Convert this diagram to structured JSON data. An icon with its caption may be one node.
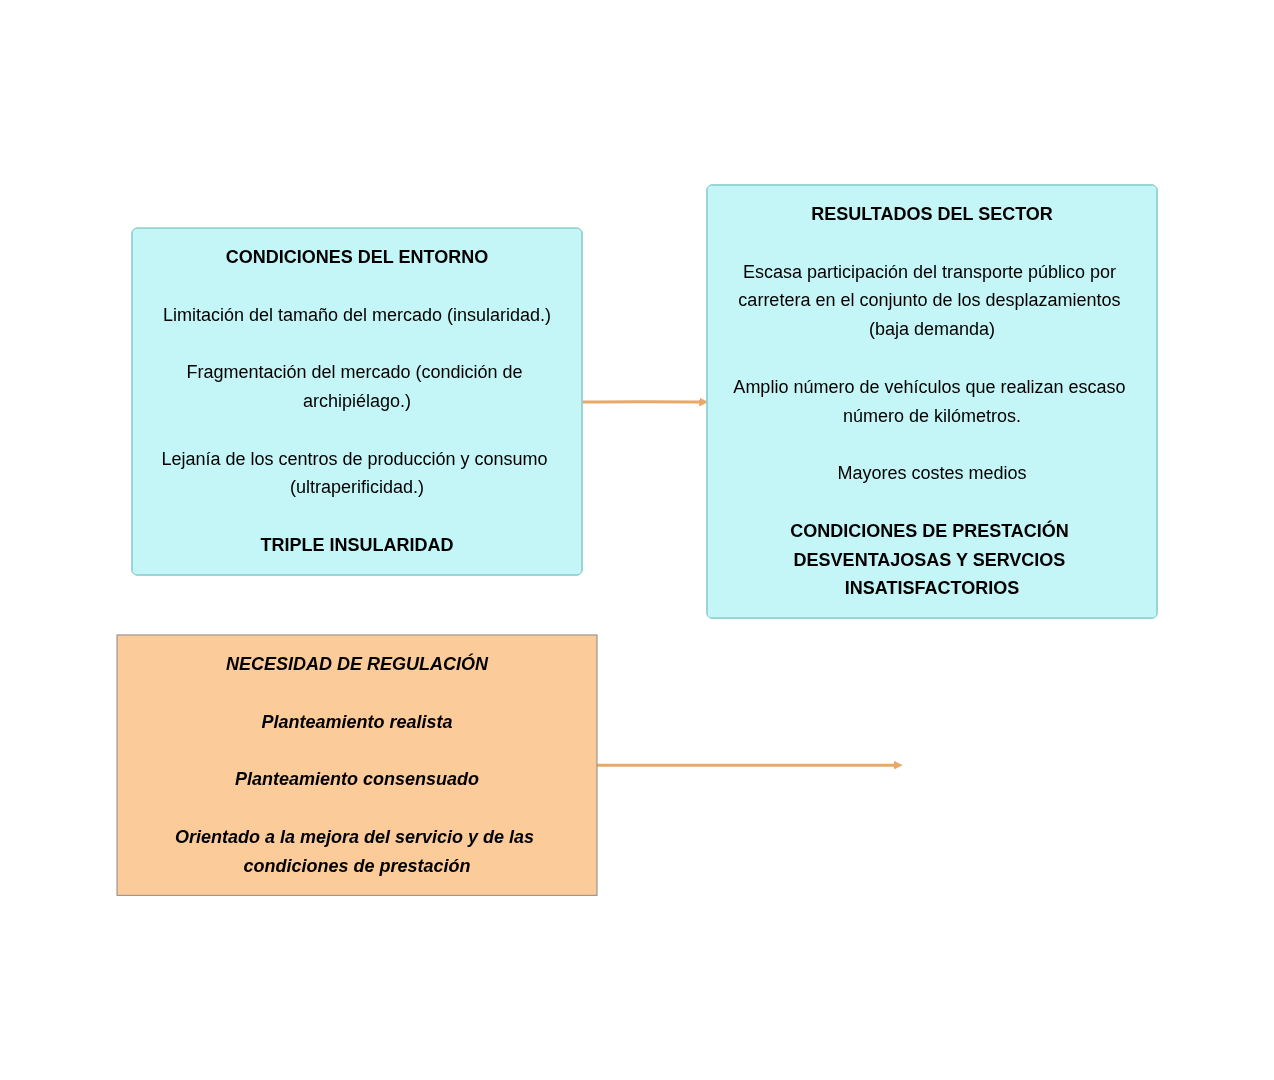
{
  "diagram": {
    "nodes": [
      {
        "text": [
          "CONDICIONES DEL ENTORNO",
          "Limitación del tamaño del mercado (insularidad.)",
          "Fragmentación del mercado (condición de archipiélago.)",
          "Lejanía de los centros de producción y consumo (ultraperificidad.)",
          "TRIPLE INSULARIDAD"
        ]
      },
      {
        "text": [
          "RESULTADOS DEL SECTOR",
          "Escasa participación del transporte público por carretera en el conjunto de los desplazamientos (baja demanda)",
          "Amplio número de vehículos que realizan escaso número de kilómetros.",
          "Mayores costes medios",
          "CONDICIONES DE PRESTACIÓN DESVENTAJOSAS Y SERVCIOS INSATISFACTORIOS"
        ]
      },
      {
        "text": [
          "NECESIDAD DE REGULACIÓN",
          "Planteamiento realista",
          "Planteamiento consensuado",
          "Orientado a la mejora del servicio y de las condiciones de prestación"
        ]
      }
    ],
    "edges": [
      {
        "from": 0,
        "to": 1,
        "arrow": "to"
      },
      {
        "from": 2,
        "to": null,
        "arrow": "to"
      }
    ]
  }
}
